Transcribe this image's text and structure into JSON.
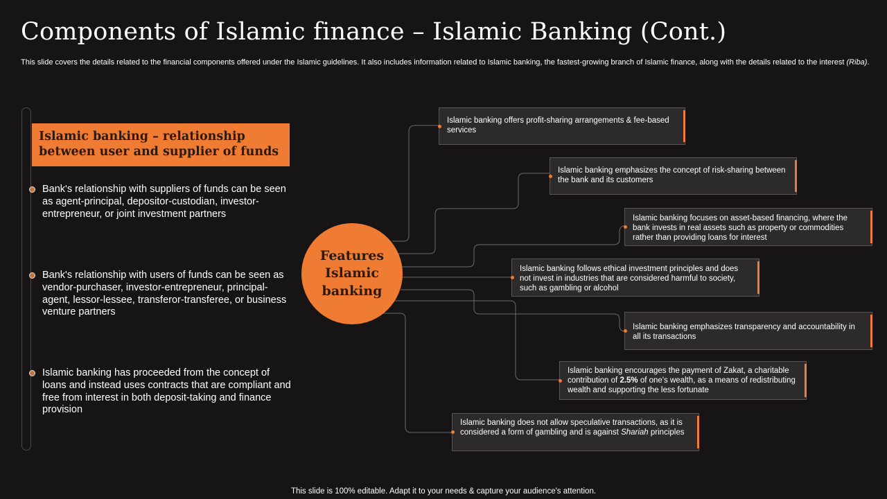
{
  "title": "Components of Islamic finance – Islamic Banking (Cont.)",
  "subtitle": {
    "text": "This slide covers the details related to the financial components offered under the Islamic guidelines. It also includes information related to Islamic banking, the fastest-growing branch of Islamic finance, along with the details related to the interest ",
    "emphasis": "(Riba)",
    "end": "."
  },
  "left_panel": {
    "header_line1": "Islamic banking – relationship",
    "header_line2": "between user and supplier of funds",
    "points": [
      "Bank's relationship with suppliers of funds can be seen as agent-principal, depositor-custodian, investor-entrepreneur, or joint investment partners",
      "Bank's relationship with users of funds can be seen as vendor-purchaser, investor-entrepreneur, principal-agent, lessor-lessee, transferor-transferee, or business venture partners",
      "Islamic banking has proceeded from the concept of loans and instead uses contracts that are compliant and free from interest in both deposit-taking and finance provision"
    ]
  },
  "hub": {
    "line1": "Features",
    "line2": "Islamic",
    "line3": "banking"
  },
  "features": [
    {
      "text": "Islamic banking offers profit-sharing arrangements & fee-based services"
    },
    {
      "text": "Islamic banking emphasizes the concept of risk-sharing between the bank and its customers"
    },
    {
      "text": "Islamic banking focuses on asset-based financing, where the bank invests in real assets such as property or commodities rather than providing loans for interest"
    },
    {
      "text": "Islamic banking follows ethical investment principles and does not invest in industries that are considered harmful to society, such as gambling or alcohol"
    },
    {
      "text": "Islamic banking emphasizes transparency and accountability in all its transactions"
    },
    {
      "pre": "Islamic banking encourages the payment of Zakat, a charitable contribution of ",
      "bold": "2.5%",
      "post": " of one's wealth, as a means of redistributing wealth and supporting the less fortunate"
    },
    {
      "pre": "Islamic banking does not allow speculative transactions, as it is considered a form of gambling and is against ",
      "italic": "Shariah",
      "post": " principles"
    }
  ],
  "footer": "This slide is 100% editable. Adapt it to your needs & capture your audience's attention.",
  "colors": {
    "background": "#161414",
    "accent": "#f07c33",
    "box_fill": "#2c2a2a",
    "connector": "#6e6a6a"
  }
}
